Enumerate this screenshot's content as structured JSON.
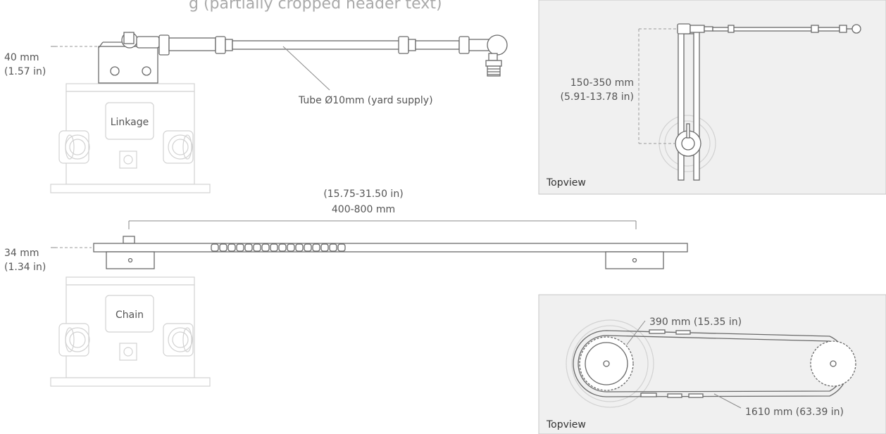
{
  "header": {
    "title": "g (partially cropped header text)"
  },
  "linkage": {
    "label": "Linkage",
    "height_mm": "40 mm",
    "height_in": "(1.57 in)",
    "tube_label": "Tube Ø10mm (yard supply)"
  },
  "linkage_topview": {
    "label": "Topview",
    "range_mm": "150-350 mm",
    "range_in": "(5.91-13.78 in)"
  },
  "chain": {
    "label": "Chain",
    "height_mm": "34 mm",
    "height_in": "(1.34 in)",
    "span_in": "(15.75-31.50 in)",
    "span_mm": "400-800 mm"
  },
  "chain_topview": {
    "label": "Topview",
    "short_length": "390 mm (15.35 in)",
    "long_length": "1610 mm (63.39 in)"
  },
  "colors": {
    "panel": "#f0f0f0",
    "outline": "#6a6a6a",
    "faint_outline": "#d2d2d2",
    "text": "#555555"
  }
}
